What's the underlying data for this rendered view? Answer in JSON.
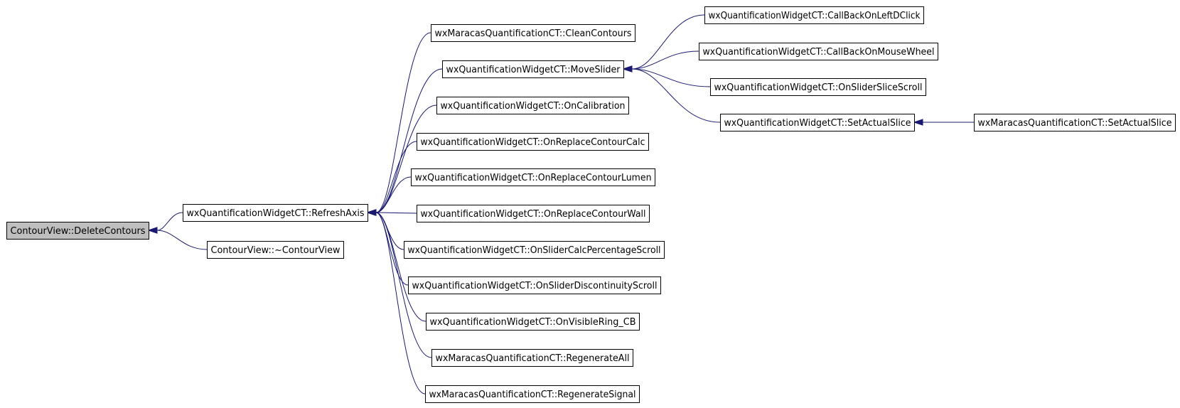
{
  "nodes": [
    {
      "id": "n0",
      "label": "ContourView::DeleteContours",
      "root": true
    },
    {
      "id": "n1",
      "label": "wxQuantificationWidgetCT::RefreshAxis"
    },
    {
      "id": "n2",
      "label": "ContourView::~ContourView"
    },
    {
      "id": "n3",
      "label": "wxMaracasQuantificationCT::CleanContours"
    },
    {
      "id": "n4",
      "label": "wxQuantificationWidgetCT::MoveSlider"
    },
    {
      "id": "n5",
      "label": "wxQuantificationWidgetCT::OnCalibration"
    },
    {
      "id": "n6",
      "label": "wxQuantificationWidgetCT::OnReplaceContourCalc"
    },
    {
      "id": "n7",
      "label": "wxQuantificationWidgetCT::OnReplaceContourLumen"
    },
    {
      "id": "n8",
      "label": "wxQuantificationWidgetCT::OnReplaceContourWall"
    },
    {
      "id": "n9",
      "label": "wxQuantificationWidgetCT::OnSliderCalcPercentageScroll"
    },
    {
      "id": "n10",
      "label": "wxQuantificationWidgetCT::OnSliderDiscontinuityScroll"
    },
    {
      "id": "n11",
      "label": "wxQuantificationWidgetCT::OnVisibleRing_CB"
    },
    {
      "id": "n12",
      "label": "wxMaracasQuantificationCT::RegenerateAll"
    },
    {
      "id": "n13",
      "label": "wxMaracasQuantificationCT::RegenerateSignal"
    },
    {
      "id": "n14",
      "label": "wxQuantificationWidgetCT::CallBackOnLeftDClick"
    },
    {
      "id": "n15",
      "label": "wxQuantificationWidgetCT::CallBackOnMouseWheel"
    },
    {
      "id": "n16",
      "label": "wxQuantificationWidgetCT::OnSliderSliceScroll"
    },
    {
      "id": "n17",
      "label": "wxQuantificationWidgetCT::SetActualSlice"
    },
    {
      "id": "n18",
      "label": "wxMaracasQuantificationCT::SetActualSlice"
    }
  ],
  "edges": [
    {
      "from": "n1",
      "to": "n0"
    },
    {
      "from": "n2",
      "to": "n0"
    },
    {
      "from": "n3",
      "to": "n1"
    },
    {
      "from": "n4",
      "to": "n1"
    },
    {
      "from": "n5",
      "to": "n1"
    },
    {
      "from": "n6",
      "to": "n1"
    },
    {
      "from": "n7",
      "to": "n1"
    },
    {
      "from": "n8",
      "to": "n1"
    },
    {
      "from": "n9",
      "to": "n1"
    },
    {
      "from": "n10",
      "to": "n1"
    },
    {
      "from": "n11",
      "to": "n1"
    },
    {
      "from": "n12",
      "to": "n1"
    },
    {
      "from": "n13",
      "to": "n1"
    },
    {
      "from": "n14",
      "to": "n4"
    },
    {
      "from": "n15",
      "to": "n4"
    },
    {
      "from": "n16",
      "to": "n4"
    },
    {
      "from": "n17",
      "to": "n4"
    },
    {
      "from": "n18",
      "to": "n17"
    }
  ],
  "colors": {
    "edge": "#191970",
    "root_fill": "#bfbfbf",
    "node_fill": "#ffffff",
    "node_stroke": "#000000"
  }
}
